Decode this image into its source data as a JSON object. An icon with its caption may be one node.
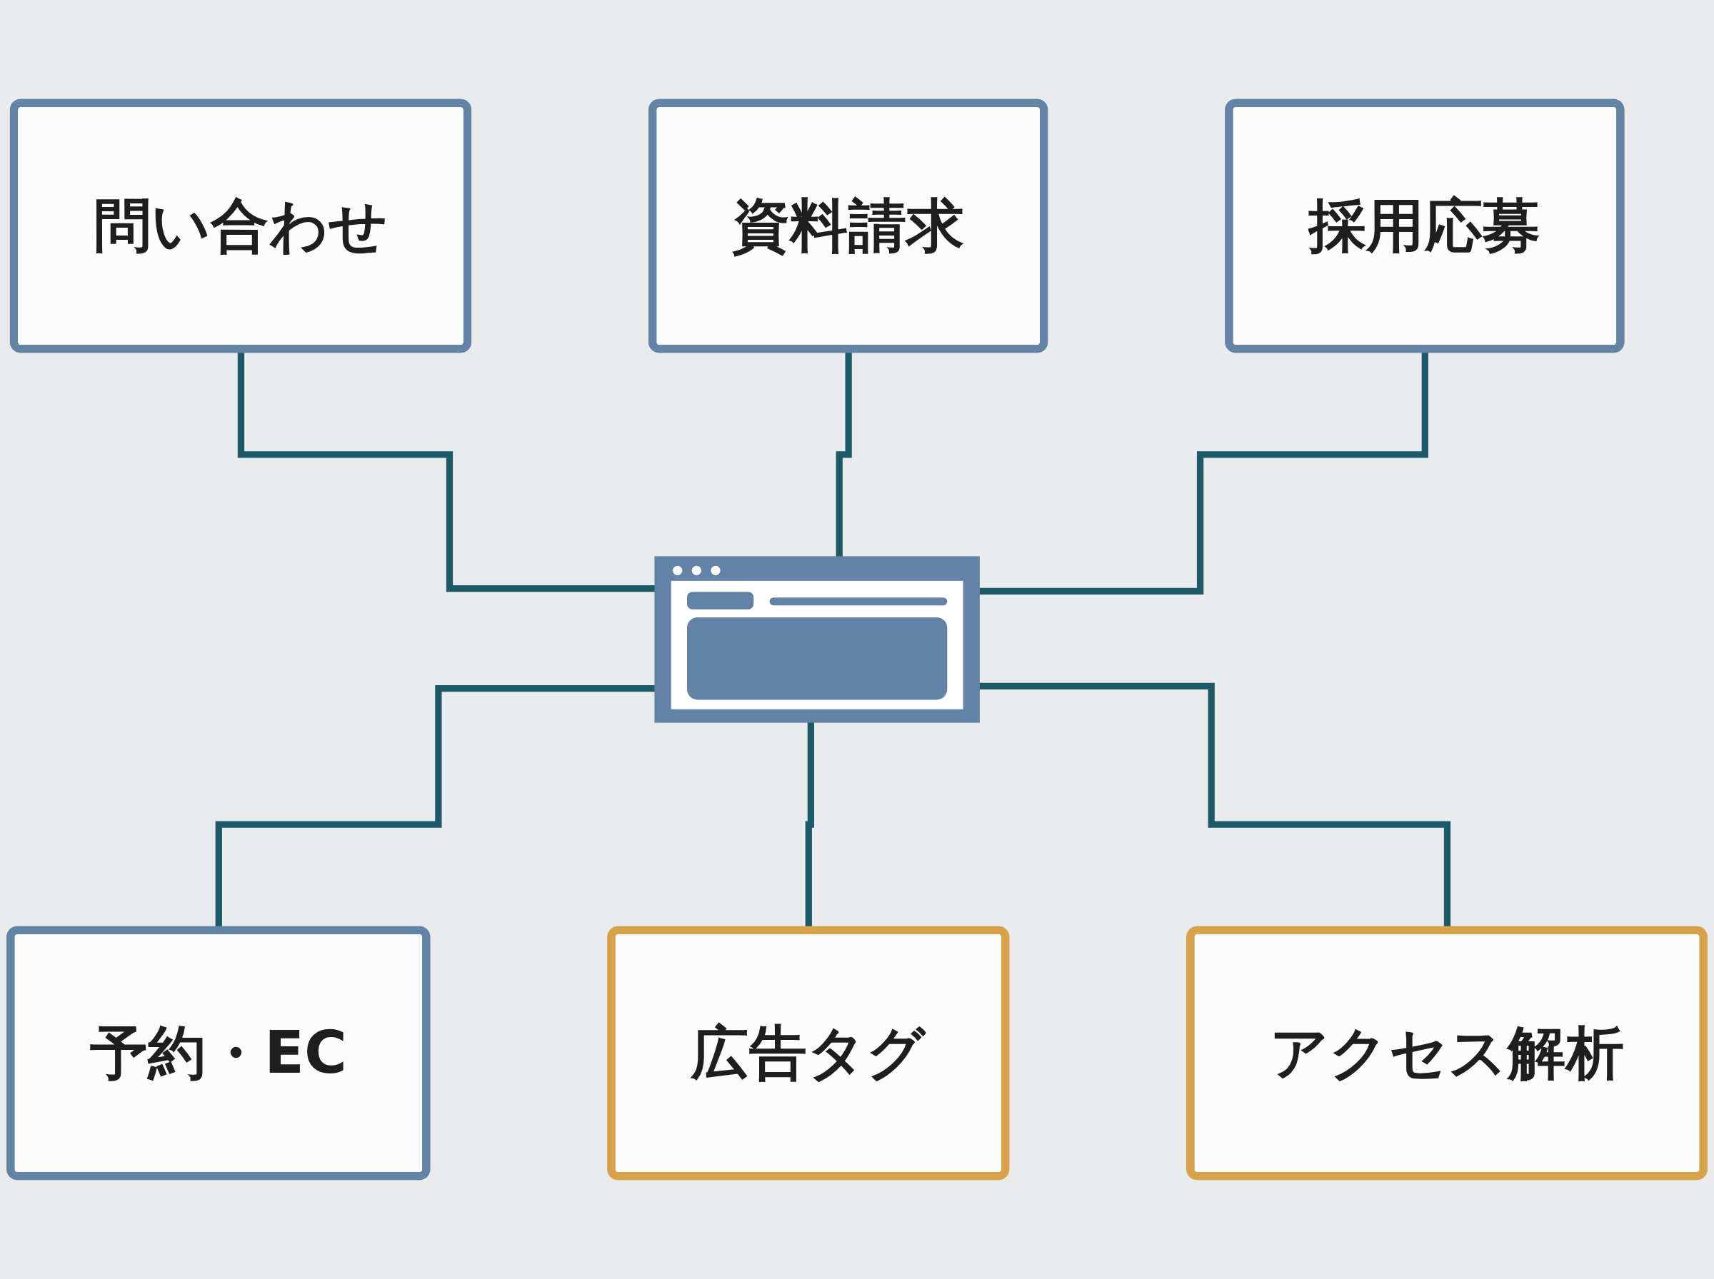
{
  "diagram": {
    "nodes": [
      {
        "text": [
          "資料請求"
        ]
      },
      {
        "text": [
          "問い合わせ"
        ]
      },
      {
        "text": [
          "採用応募"
        ]
      },
      {
        "text": [],
        "shape": "picture"
      },
      {
        "text": [
          "予約・EC"
        ]
      },
      {
        "text": [
          "アクセス解析"
        ]
      },
      {
        "text": [
          "広告タグ"
        ]
      }
    ],
    "edges": [
      {
        "from": 1,
        "to": 3,
        "arrow": "none"
      },
      {
        "from": 0,
        "to": 3,
        "arrow": "none"
      },
      {
        "from": 2,
        "to": 3,
        "arrow": "none"
      },
      {
        "from": 3,
        "to": 4,
        "arrow": "none"
      },
      {
        "from": 3,
        "to": 6,
        "arrow": "none"
      },
      {
        "from": 3,
        "to": 5,
        "arrow": "none"
      }
    ]
  }
}
